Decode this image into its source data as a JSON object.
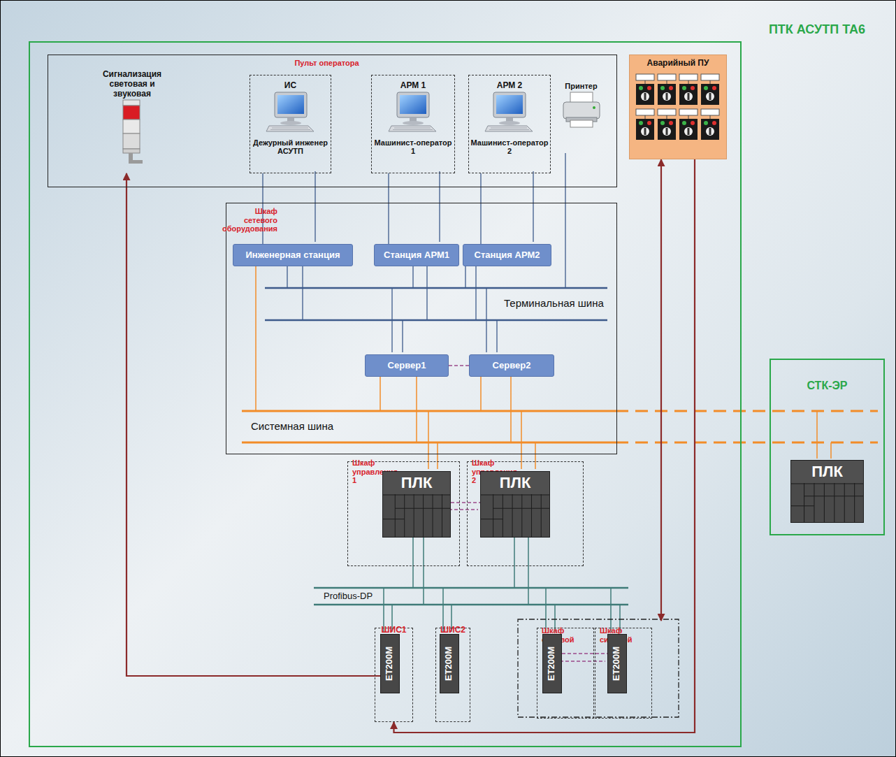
{
  "diagram": {
    "nodes": [
      {
        "text": [
          "ПТК АСУТП ТА6"
        ]
      },
      {
        "text": [
          "Пульт оператора"
        ],
        "in": 0
      },
      {
        "text": [
          "Сигнализация световая и звуковая"
        ],
        "in": 1
      },
      {
        "text": [
          "ИС",
          "Дежурный инженер АСУТП"
        ],
        "in": 1
      },
      {
        "text": [
          "АРМ 1",
          "Машинист-оператор 1"
        ],
        "in": 1
      },
      {
        "text": [
          "АРМ 2",
          "Машинист-оператор 2"
        ],
        "in": 1
      },
      {
        "text": [
          "Принтер"
        ],
        "in": 1
      },
      {
        "text": [
          "Аварийный ПУ"
        ],
        "in": 0
      },
      {
        "text": [
          "Шкаф сетевого оборудования"
        ],
        "in": 0
      },
      {
        "text": [
          "Инженерная станция"
        ],
        "in": 8
      },
      {
        "text": [
          "Станция АРМ1"
        ],
        "in": 8
      },
      {
        "text": [
          "Станция АРМ2"
        ],
        "in": 8
      },
      {
        "text": [
          "Сервер1"
        ],
        "in": 8
      },
      {
        "text": [
          "Сервер2"
        ],
        "in": 8
      },
      {
        "text": [
          "Шкаф управления 1"
        ],
        "in": 0
      },
      {
        "text": [
          "ПЛК"
        ],
        "in": 14
      },
      {
        "text": [
          "Шкаф управления 2"
        ],
        "in": 0
      },
      {
        "text": [
          "ПЛК"
        ],
        "in": 16
      },
      {
        "text": [
          "ШИС1"
        ],
        "in": 0
      },
      {
        "text": [
          "ET200M"
        ],
        "in": 18
      },
      {
        "text": [
          "ШИС2"
        ],
        "in": 0
      },
      {
        "text": [
          "ET200M"
        ],
        "in": 20
      },
      {
        "text": [
          "Шкаф силовой"
        ],
        "in": 0
      },
      {
        "text": [
          "ET200M"
        ],
        "in": 22
      },
      {
        "text": [
          "Шкаф силовой"
        ],
        "in": 0
      },
      {
        "text": [
          "ET200M"
        ],
        "in": 24
      },
      {
        "text": [
          "СТК-ЭР"
        ]
      },
      {
        "text": [
          "ПЛК"
        ],
        "in": 26
      }
    ],
    "edges": [
      {
        "from": 3,
        "to": 9,
        "arrow": "none"
      },
      {
        "from": 4,
        "to": 10,
        "arrow": "none"
      },
      {
        "from": 5,
        "to": 11,
        "arrow": "none"
      },
      {
        "from": 12,
        "to": 13,
        "arrow": "none"
      },
      {
        "from": 15,
        "to": 17,
        "arrow": "none"
      },
      {
        "from": 23,
        "to": 25,
        "arrow": "none"
      },
      {
        "from": 19,
        "to": 2,
        "arrow": "to"
      },
      {
        "from": 7,
        "to": 24,
        "arrow": "both"
      },
      {
        "from": 7,
        "to": 18,
        "arrow": "to"
      }
    ],
    "labels": [
      "Терминальная шина",
      "Системная шина",
      "Profibus-DP"
    ]
  }
}
